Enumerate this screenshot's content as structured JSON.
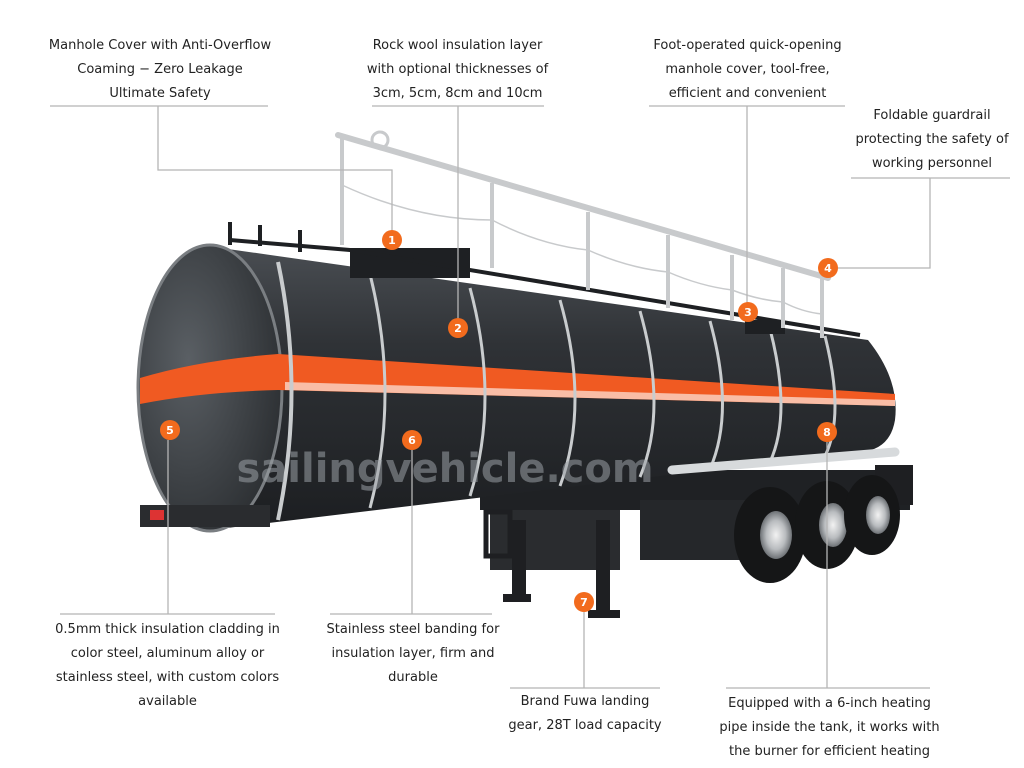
{
  "callouts": [
    {
      "number": "1",
      "lines": [
        "Manhole Cover with Anti-Overflow",
        "Coaming − Zero Leakage",
        "Ultimate Safety"
      ]
    },
    {
      "number": "2",
      "lines": [
        "Rock wool insulation layer",
        "with optional thicknesses of",
        "3cm, 5cm, 8cm and 10cm"
      ]
    },
    {
      "number": "3",
      "lines": [
        "Foot-operated quick-opening",
        "manhole cover, tool-free,",
        "efficient and convenient"
      ]
    },
    {
      "number": "4",
      "lines": [
        "Foldable guardrail",
        "protecting the safety of",
        "working personnel"
      ]
    },
    {
      "number": "5",
      "lines": [
        "0.5mm thick insulation cladding in",
        "color steel, aluminum alloy or",
        "stainless steel, with custom colors",
        "available"
      ]
    },
    {
      "number": "6",
      "lines": [
        "Stainless steel banding for",
        "insulation layer, firm and",
        "durable"
      ]
    },
    {
      "number": "7",
      "lines": [
        "Brand Fuwa landing",
        "gear, 28T load capacity"
      ]
    },
    {
      "number": "8",
      "lines": [
        "Equipped with a 6-inch heating",
        "pipe inside the tank, it works with",
        "the burner for efficient heating"
      ]
    }
  ],
  "watermark": "sailingvehicle.com",
  "colors": {
    "badge": "#f26b1d",
    "stripe": "#f05a22",
    "tank": "#2e3135",
    "leader": "#b5b5b5"
  }
}
